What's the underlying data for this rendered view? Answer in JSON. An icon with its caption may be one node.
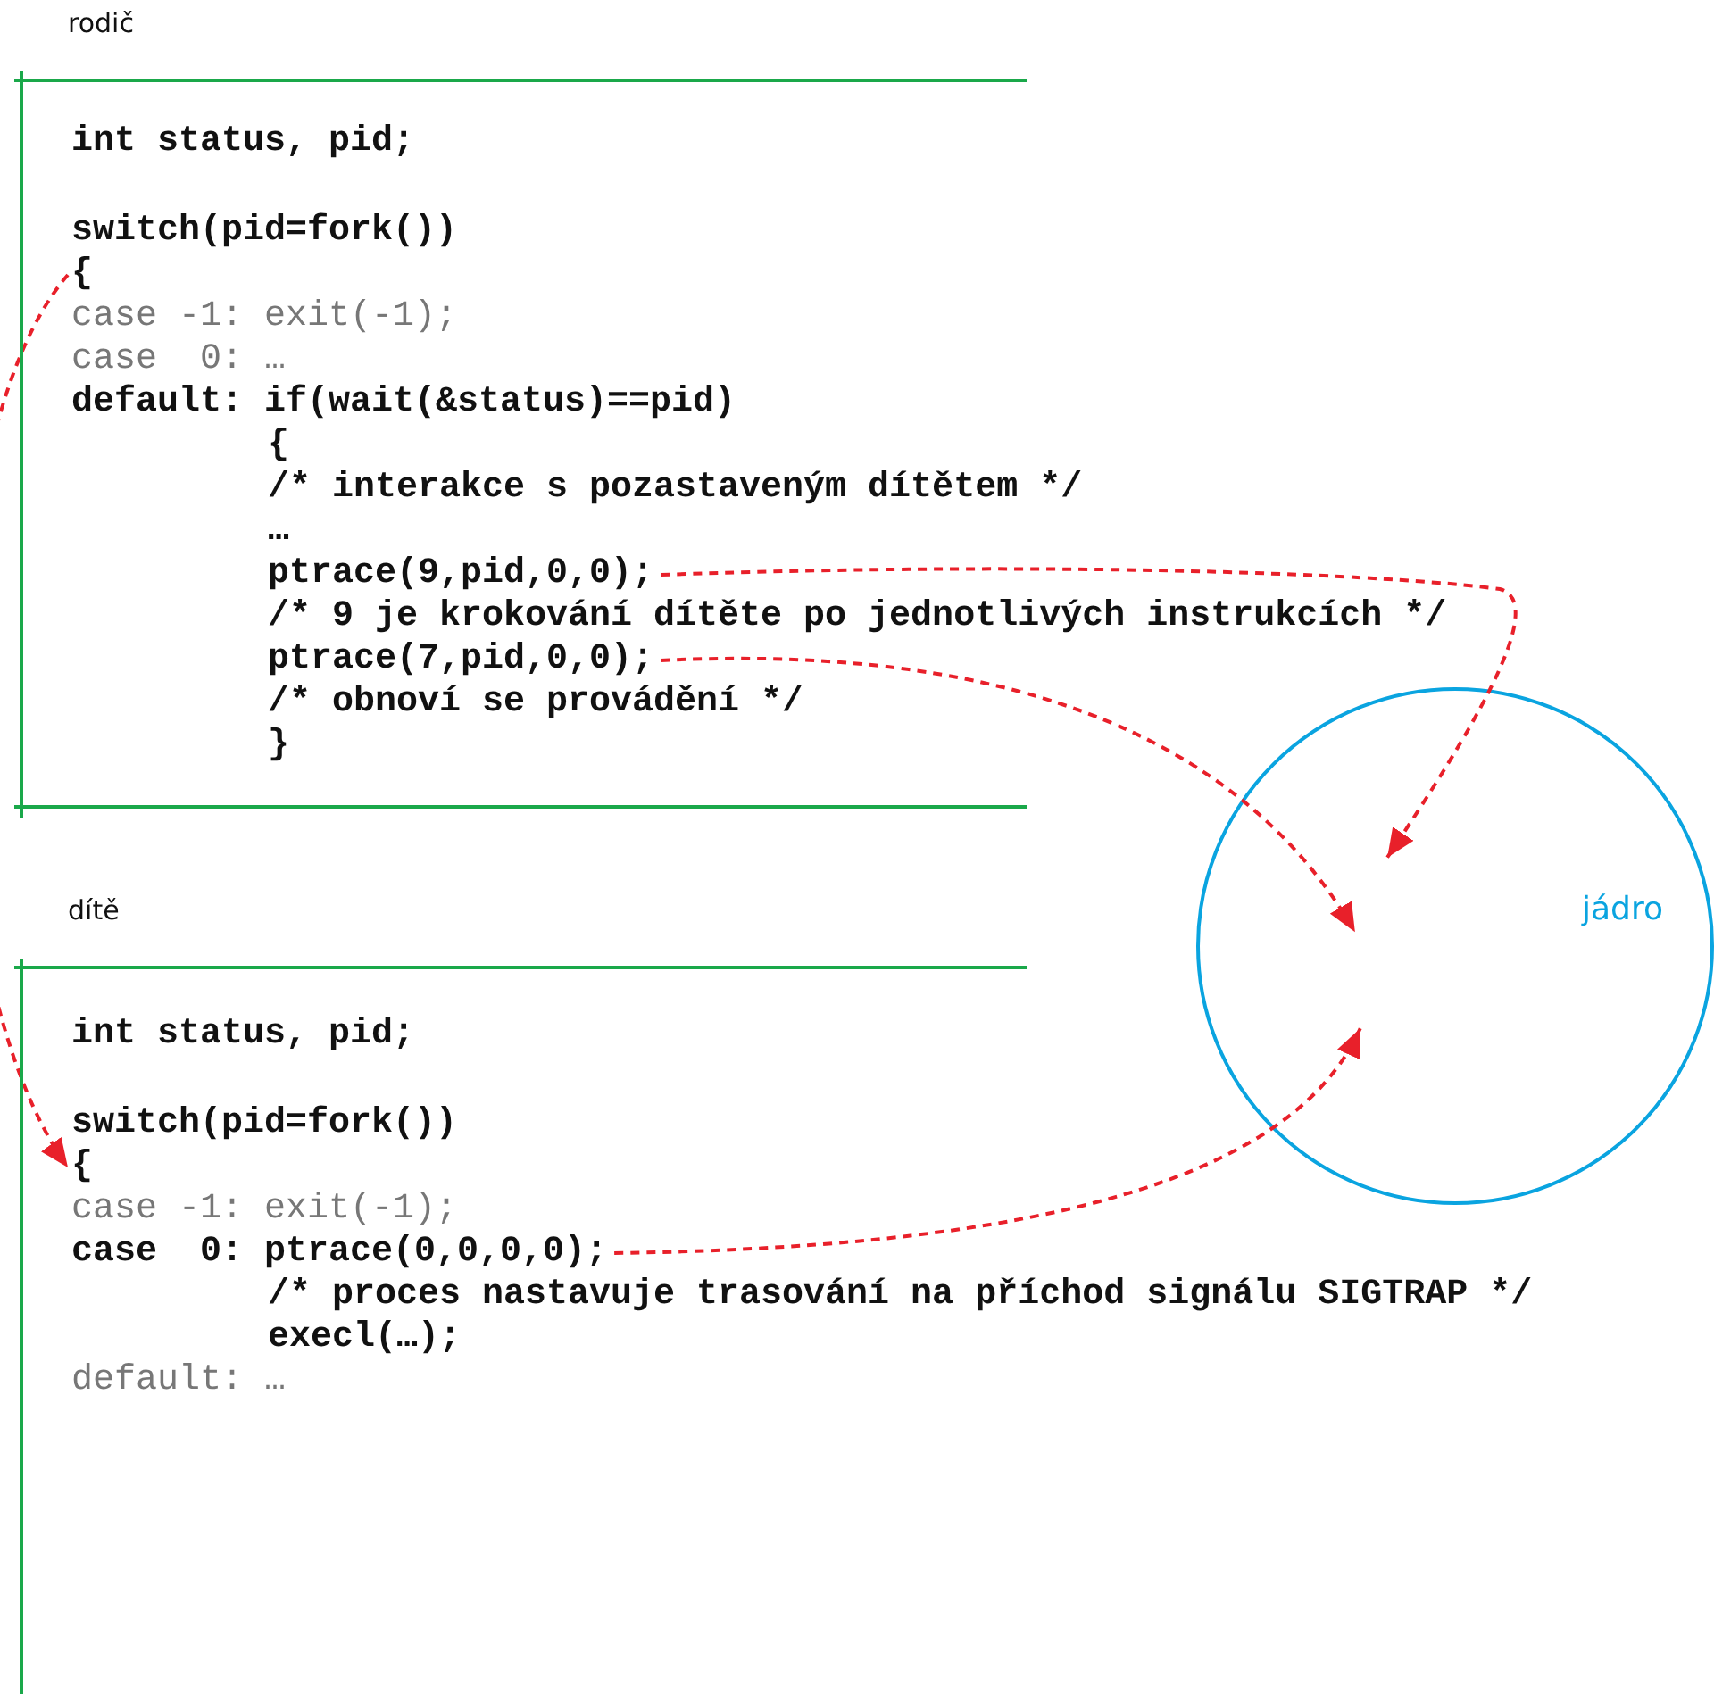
{
  "diagram": {
    "nodes": [
      {
        "text": [
          "rodič"
        ]
      },
      {
        "text": [
          "int status, pid;"
        ],
        "in": 0
      },
      {
        "text": [
          "switch(pid=fork())"
        ],
        "in": 0
      },
      {
        "text": [
          "{"
        ],
        "in": 0
      },
      {
        "text": [
          "case -1: exit(-1);"
        ],
        "in": 0
      },
      {
        "text": [
          "case  0: …"
        ],
        "in": 0
      },
      {
        "text": [
          "default: if(wait(&status)==pid)"
        ],
        "in": 0
      },
      {
        "text": [
          "{"
        ],
        "in": 0
      },
      {
        "text": [
          "/* interakce s pozastaveným dítětem */"
        ],
        "in": 0
      },
      {
        "text": [
          "…"
        ],
        "in": 0
      },
      {
        "text": [
          "ptrace(9,pid,0,0);"
        ],
        "in": 0
      },
      {
        "text": [
          "/* 9 je krokování dítěte po jednotlivých instrukcích */"
        ],
        "in": 0
      },
      {
        "text": [
          "ptrace(7,pid,0,0);"
        ],
        "in": 0
      },
      {
        "text": [
          "/* obnoví se provádění */"
        ],
        "in": 0
      },
      {
        "text": [
          "}"
        ],
        "in": 0
      },
      {
        "text": [
          "dítě"
        ]
      },
      {
        "text": [
          "int status, pid;"
        ],
        "in": 15
      },
      {
        "text": [
          "switch(pid=fork())"
        ],
        "in": 15
      },
      {
        "text": [
          "{"
        ],
        "in": 15
      },
      {
        "text": [
          "case -1: exit(-1);"
        ],
        "in": 15
      },
      {
        "text": [
          "case  0: ptrace(0,0,0,0);"
        ],
        "in": 15
      },
      {
        "text": [
          "/* proces nastavuje trasování na příchod signálu SIGTRAP */"
        ],
        "in": 15
      },
      {
        "text": [
          "execl(…);"
        ],
        "in": 15
      },
      {
        "text": [
          "default: …"
        ],
        "in": 15
      },
      {
        "text": [
          "jádro"
        ]
      }
    ],
    "edges": [
      {
        "from": 3,
        "to": 18,
        "arrow": "to",
        "style": "dashed"
      },
      {
        "from": 10,
        "to": 24,
        "arrow": "to",
        "style": "dashed"
      },
      {
        "from": 12,
        "to": 24,
        "arrow": "to",
        "style": "dashed"
      },
      {
        "from": 20,
        "to": 24,
        "arrow": "to",
        "style": "dashed"
      }
    ]
  }
}
